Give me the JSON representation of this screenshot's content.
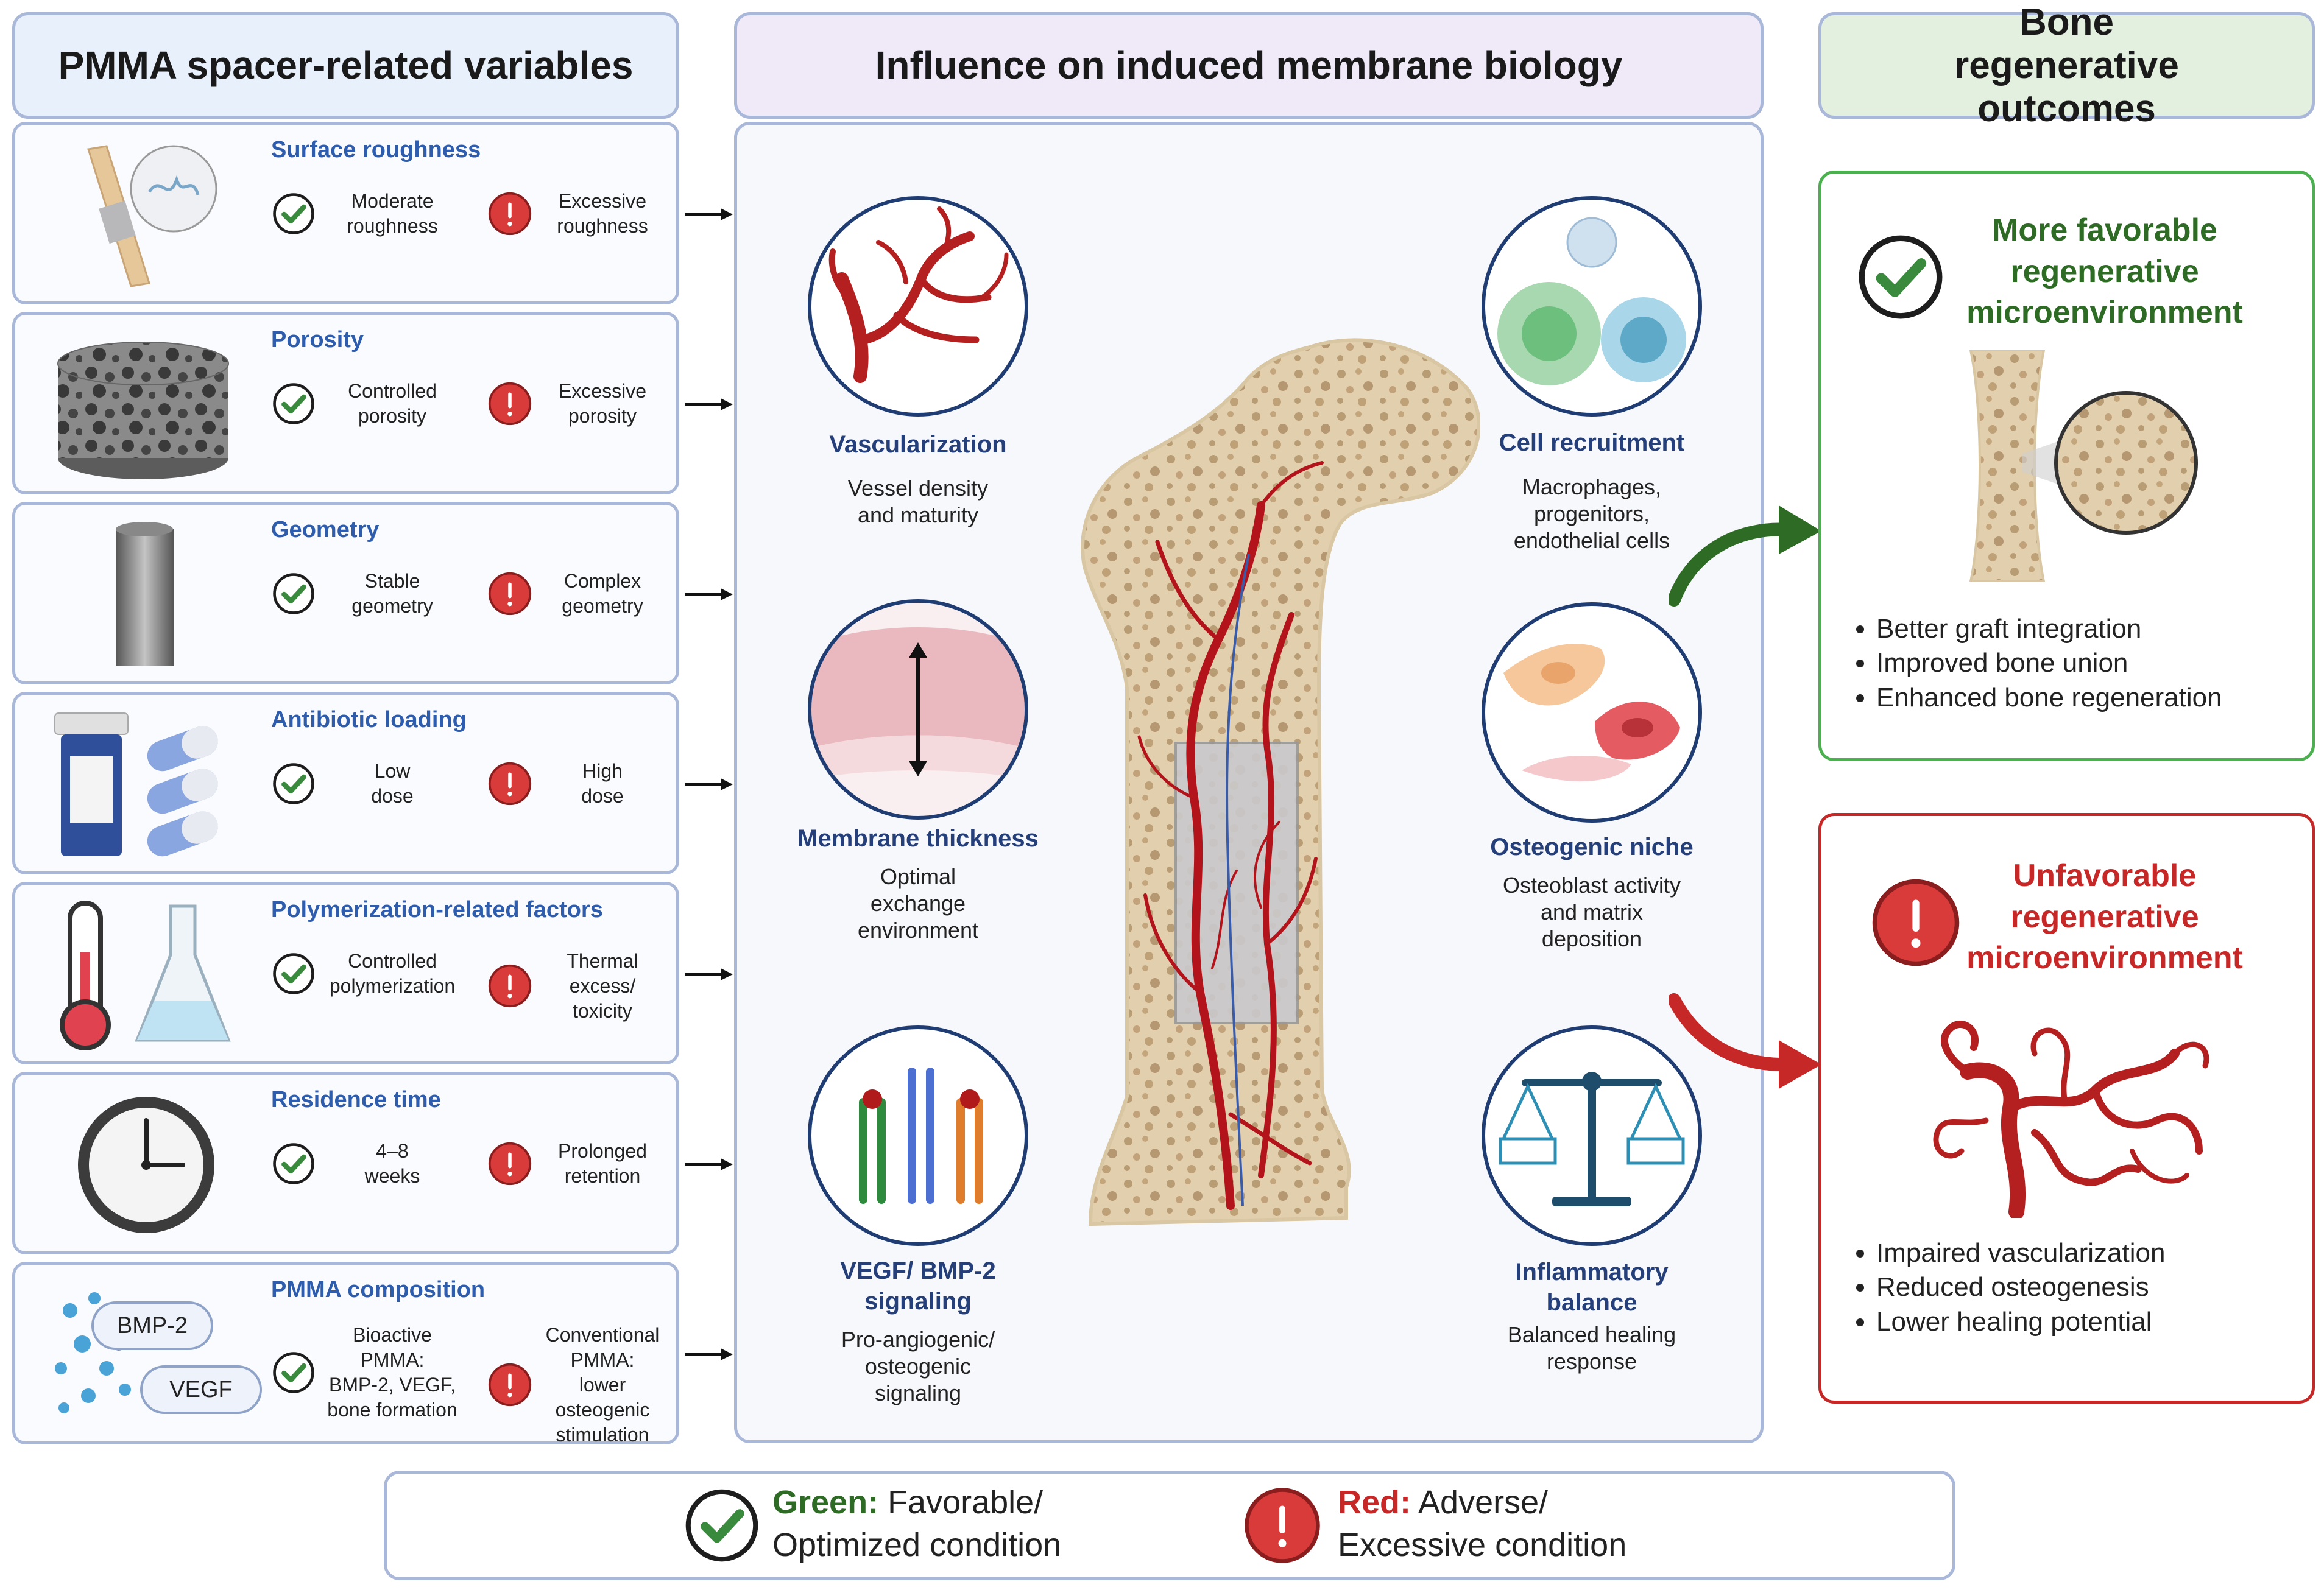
{
  "headers": {
    "left": "PMMA spacer-related variables",
    "middle": "Influence on induced membrane biology",
    "right": "Bone regenerative outcomes"
  },
  "variables": [
    {
      "title": "Surface roughness",
      "good": "Moderate\nroughness",
      "bad": "Excessive\nroughness",
      "illustration": "bone-with-magnified-surface"
    },
    {
      "title": "Porosity",
      "good": "Controlled\nporosity",
      "bad": "Excessive\nporosity",
      "illustration": "porous-scaffold"
    },
    {
      "title": "Geometry",
      "good": "Stable\ngeometry",
      "bad": "Complex\ngeometry",
      "illustration": "cylinder-spacer"
    },
    {
      "title": "Antibiotic loading",
      "good": "Low\ndose",
      "bad": "High\ndose",
      "illustration": "pill-bottle-and-capsules"
    },
    {
      "title": "Polymerization-related factors",
      "good": "Controlled\npolymerization",
      "bad": "Thermal\nexcess/\ntoxicity",
      "illustration": "thermometer-and-flask"
    },
    {
      "title": "Residence time",
      "good": "4–8\nweeks",
      "bad": "Prolonged\nretention",
      "illustration": "clock"
    },
    {
      "title": "PMMA composition",
      "good": "Bioactive\nPMMA:\nBMP-2, VEGF,\nbone formation",
      "bad": "Conventional\nPMMA:\nlower\nosteogenic\nstimulation",
      "illustration": "growth-factor-beads",
      "tags": [
        "BMP-2",
        "VEGF"
      ]
    }
  ],
  "biology": {
    "vascularization": {
      "title": "Vascularization",
      "desc": "Vessel density\nand maturity"
    },
    "membrane": {
      "title": "Membrane thickness",
      "desc": "Optimal\nexchange\nenvironment"
    },
    "signaling": {
      "title": "VEGF/ BMP-2\nsignaling",
      "desc": "Pro-angiogenic/\nosteogenic\nsignaling"
    },
    "recruitment": {
      "title": "Cell recruitment",
      "desc": "Macrophages,\nprogenitors,\nendothelial cells"
    },
    "osteogenic": {
      "title": "Osteogenic niche",
      "desc": "Osteoblast activity\nand matrix\ndeposition"
    },
    "inflammatory": {
      "title": "Inflammatory\nbalance",
      "desc": "Balanced healing\nresponse"
    }
  },
  "outcomes": {
    "favorable": {
      "title": "More favorable\nregenerative\nmicroenvironment",
      "bullets": [
        "Better graft integration",
        "Improved bone union",
        "Enhanced bone regeneration"
      ]
    },
    "unfavorable": {
      "title": "Unfavorable\nregenerative\nmicroenvironment",
      "bullets": [
        "Impaired vascularization",
        "Reduced osteogenesis",
        "Lower healing potential"
      ]
    }
  },
  "legend": {
    "green_label": "Green:",
    "green_text_1": " Favorable/",
    "green_text_2": "Optimized condition",
    "red_label": "Red:",
    "red_text_1": " Adverse/",
    "red_text_2": "Excessive condition"
  },
  "colors": {
    "good": "#2e7d32",
    "bad": "#d32f2f",
    "variable_title": "#2f5dad",
    "biology_title": "#243f7a",
    "header_left_bg": "#e7f0fb",
    "header_mid_bg": "#efe9f8",
    "header_right_bg": "#e3efdf"
  }
}
